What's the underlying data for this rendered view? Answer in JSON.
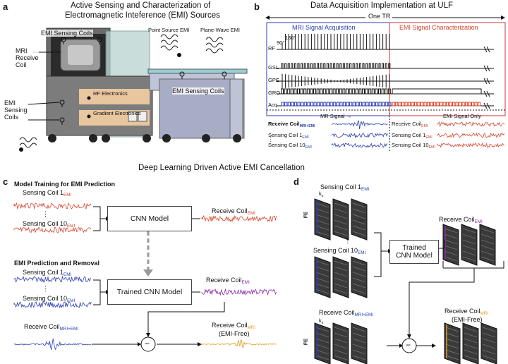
{
  "panel_a": {
    "letter": "a",
    "title_l1": "Active Sensing and Characterization of",
    "title_l2": "Electromagnetic Inteference (EMI) Sources",
    "emi_sensing_coils_top": "EMI Sensing Coils",
    "mri_receive_coil_l1": "MRI",
    "mri_receive_coil_l2": "Receive",
    "mri_receive_coil_l3": "Coil",
    "point_source_emi": "Point Source EMI",
    "plane_wave_emi": "Plane-Wave EMI",
    "emi_sensing_coils_right": "EMI Sensing Coils",
    "rf_electronics": "RF Electronics",
    "gradient_electronics": "Gradient Electronics",
    "emi_sensing_coils_left_l1": "EMI",
    "emi_sensing_coils_left_l2": "Sensing",
    "emi_sensing_coils_left_l3": "Coils"
  },
  "panel_b": {
    "letter": "b",
    "title": "Data Acquisition Implementation at ULF",
    "one_tr": "One TR",
    "mri_signal_acquisition": "MRI Signal Acquisition",
    "emi_signal_characterization": "EMI Signal Characterization",
    "angle_180": "180°",
    "angle_90": "90°",
    "rows": [
      "RF",
      "GSL",
      "GPE",
      "GRO",
      "Acq"
    ],
    "mr_signal": "MR Signal",
    "emi_signal_only": "EMI Signal Only",
    "receive_coil_main": "Receive Coil",
    "receive_coil_sub": "MRI+EMI",
    "sensing_coil_1": "Sensing Coil 1",
    "sensing_coil_10": "Sensing Coil 10",
    "emi_sub": "EMI",
    "receive_coil_emi": "Receive Coil",
    "sensing_coil_1_emi": "Sensing Coil 1",
    "sensing_coil_10_emi": "Sensing Coil 10",
    "vdots": "⋮"
  },
  "section_title": "Deep Learning Driven Active EMI Cancellation",
  "panel_c": {
    "letter": "c",
    "training_title": "Model Training for EMI Prediction",
    "sensing_coil_1": "Sensing Coil 1",
    "sensing_coil_10": "Sensing Coil 10",
    "emi_sub": "EMI",
    "cnn_model": "CNN Model",
    "receive_coil": "Receive Coil",
    "prediction_title": "EMI Prediction and Removal",
    "trained_cnn_model": "Trained CNN Model",
    "receive_coil_mri_emi": "Receive Coil",
    "mri_emi_sub": "MRI+EMI",
    "receive_coil_mri": "Receive Coil",
    "mri_sub": "MRI",
    "emi_free": "(EMI-Free)",
    "vdots": "⋮",
    "minus": "−"
  },
  "panel_d": {
    "letter": "d",
    "sensing_coil_1": "Sensing Coil 1",
    "emi_sub": "EMI",
    "kx": "k",
    "kx_sub": "x",
    "fe": "FE",
    "sensing_coil_10": "Sensing Coil 10",
    "trained_l1": "Trained",
    "trained_l2": "CNN Model",
    "receive_coil_emi": "Receive Coil",
    "receive_coil_mri_emi": "Receive Coil",
    "mri_emi_sub": "MRI+EMI",
    "receive_coil_mri": "Receive Coil",
    "mri_sub": "MRI",
    "emi_free": "(EMI-Free)",
    "ellipsis": "...",
    "vdots": "⋮",
    "minus": "−"
  },
  "colors": {
    "mri_blue": "#2b3fb3",
    "emi_red": "#d4472e",
    "predicted_purple": "#8a2aa8",
    "clean_orange": "#e39a22"
  }
}
